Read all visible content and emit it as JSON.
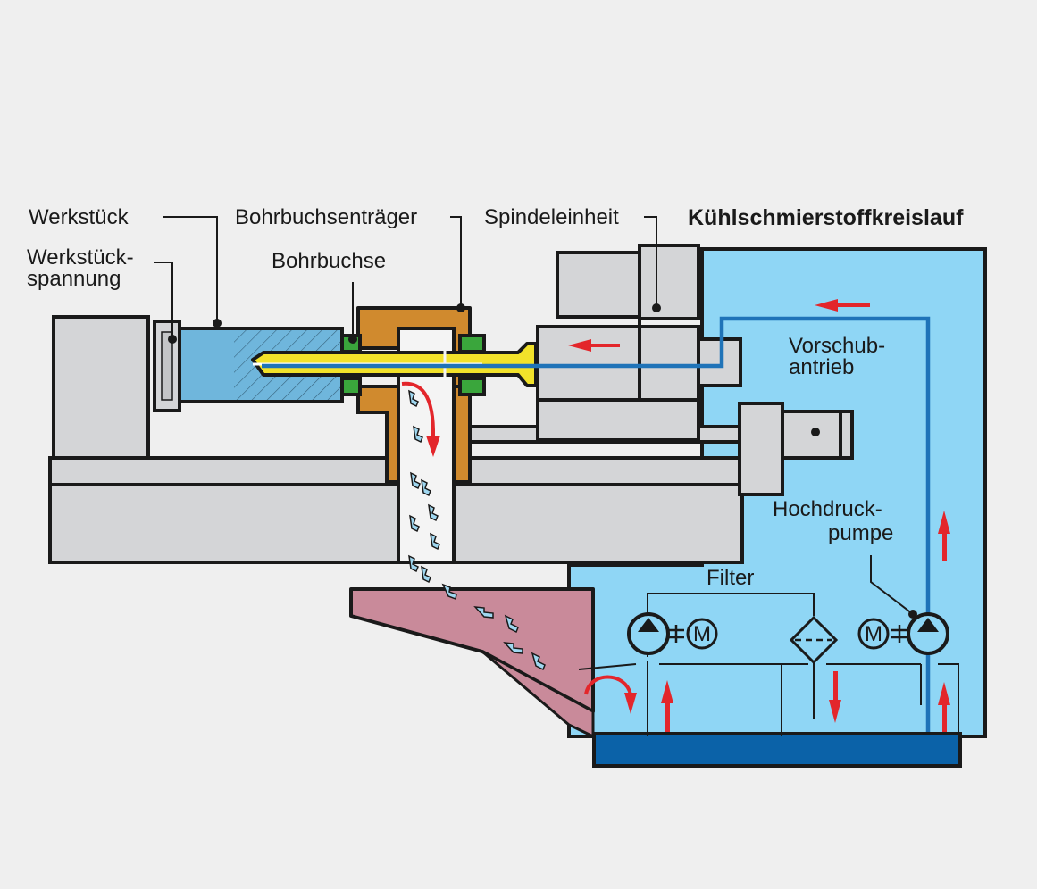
{
  "diagram": {
    "title": "Kühlschmierstoffkreislauf",
    "labels": {
      "werkstueck": "Werkstück",
      "werkstueckspannung_1": "Werkstück-",
      "werkstueckspannung_2": "spannung",
      "bohrbuchsentraeger": "Bohrbuchsenträger",
      "bohrbuchse": "Bohrbuchse",
      "spindeleinheit": "Spindeleinheit",
      "vorschubantrieb_1": "Vorschub-",
      "vorschubantrieb_2": "antrieb",
      "hochdruckpumpe_1": "Hochdruck-",
      "hochdruckpumpe_2": "pumpe",
      "filter": "Filter",
      "motor": "M"
    },
    "colors": {
      "background": "#efefef",
      "machine_grey": "#d4d5d7",
      "coolant_area": "#8fd6f5",
      "workpiece": "#6fb6dc",
      "bushing_carrier": "#d08a2e",
      "bushing": "#3aa63c",
      "drill": "#f2e22a",
      "coolant_line": "#1f73b8",
      "chip_tray": "#c98a9a",
      "tank": "#0b62a8",
      "flow_arrow": "#e3262b"
    }
  }
}
